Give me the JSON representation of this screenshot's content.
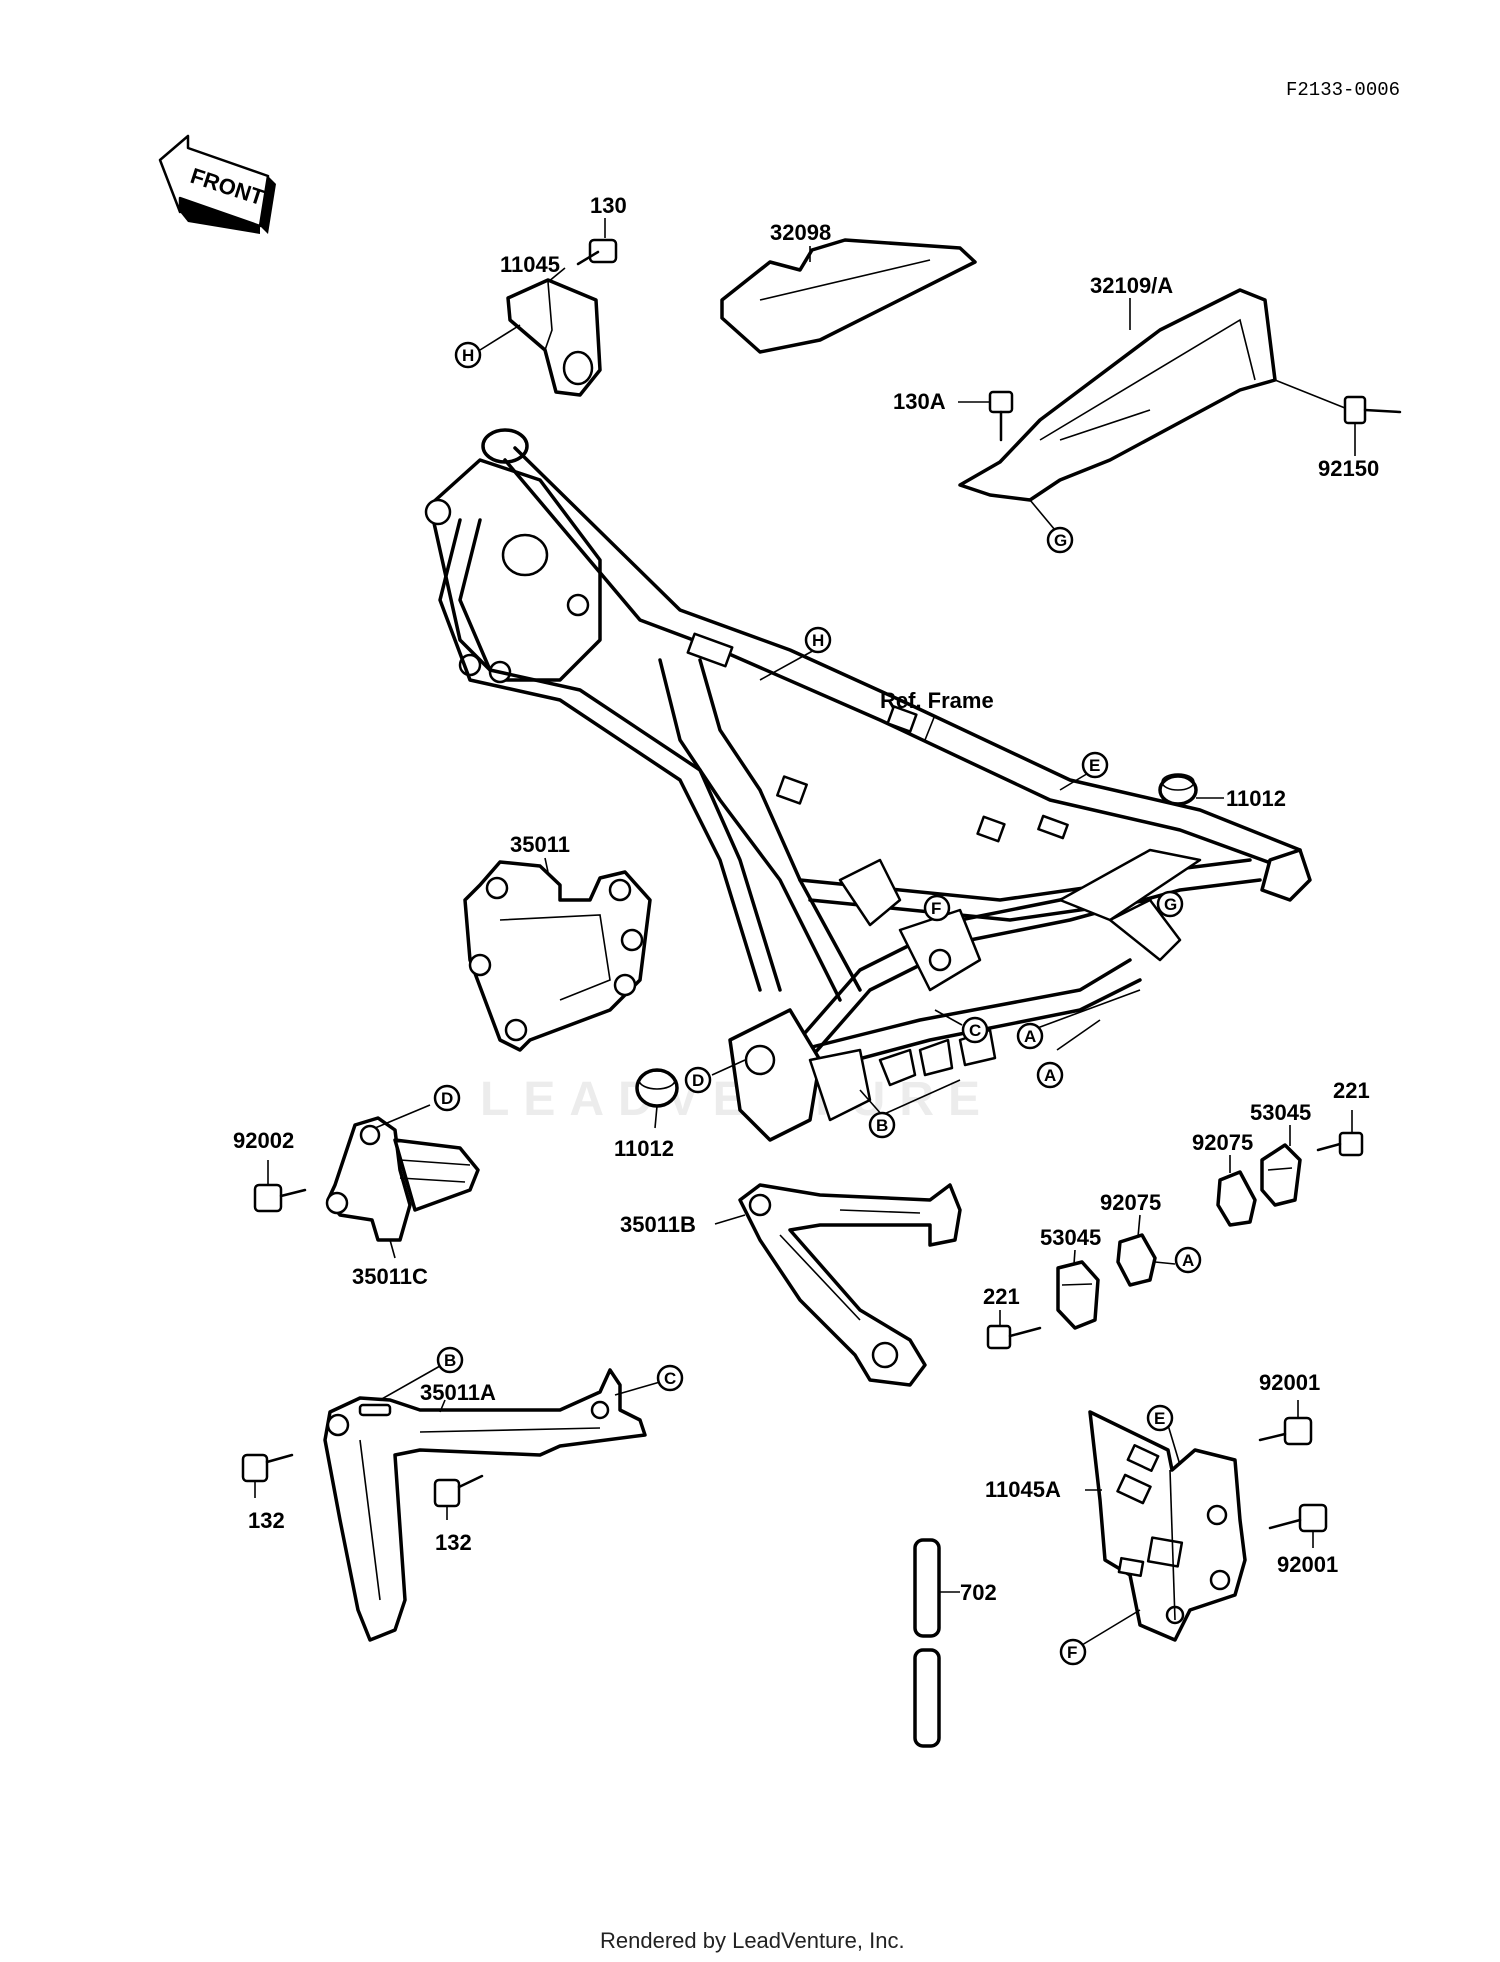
{
  "diagram_id": "F2133-0006",
  "front_arrow_text": "FRONT",
  "watermark": "LEADVENTURE",
  "footer": "Rendered by LeadVenture, Inc.",
  "ref_frame_label": "Ref. Frame",
  "part_numbers": {
    "p130": "130",
    "p11045": "11045",
    "p32098": "32098",
    "p32109A": "32109/A",
    "p130A": "130A",
    "p92150": "92150",
    "p11012_right": "11012",
    "p35011": "35011",
    "p11012_bottom": "11012",
    "p92002": "92002",
    "p35011C": "35011C",
    "p35011B": "35011B",
    "p221_right": "221",
    "p53045_right": "53045",
    "p92075_right": "92075",
    "p92075_left": "92075",
    "p53045_left": "53045",
    "p221_left": "221",
    "p35011A": "35011A",
    "p132_left": "132",
    "p132_right": "132",
    "p92001_top": "92001",
    "p11045A": "11045A",
    "p92001_bottom": "92001",
    "p702": "702"
  },
  "callouts": {
    "H_top": "H",
    "G_top": "G",
    "H_frame": "H",
    "E_frame": "E",
    "F_frame": "F",
    "G_frame": "G",
    "A_frame1": "A",
    "A_frame2": "A",
    "C_frame": "C",
    "D_frame": "D",
    "B_frame": "B",
    "D_left": "D",
    "A_right": "A",
    "B_left": "B",
    "C_left": "C",
    "E_plate": "E",
    "F_plate": "F"
  }
}
